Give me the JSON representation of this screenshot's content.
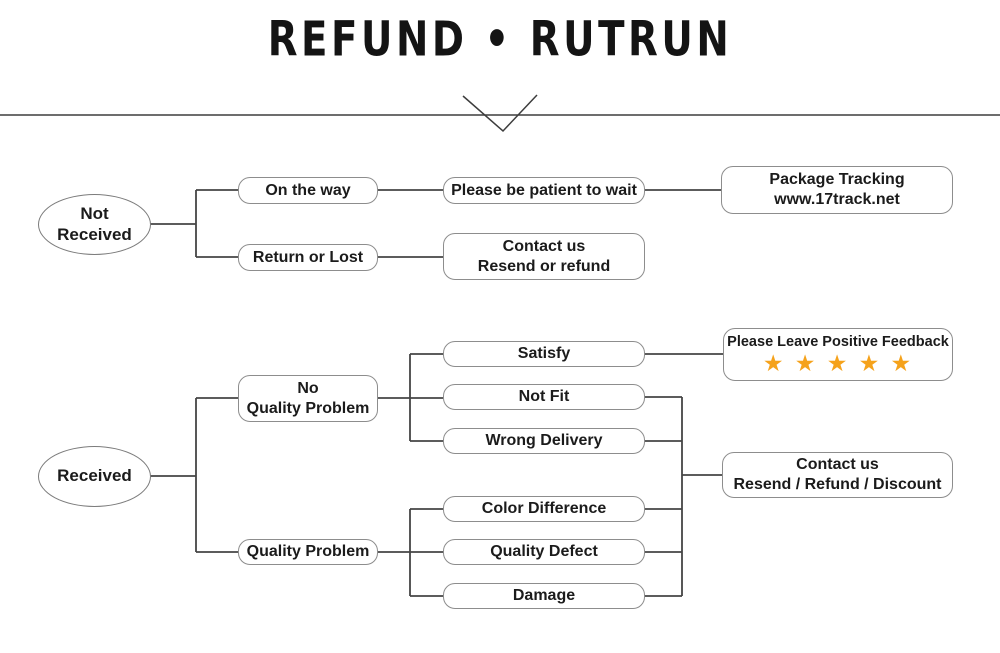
{
  "header": {
    "title": "REFUND • RUTRUN"
  },
  "colors": {
    "connector_line": "#454545",
    "box_border": "#8d8d8d",
    "text": "#1b1b1b",
    "star_orange": "#F5A21B",
    "background": "#ffffff"
  },
  "nodes": {
    "not_received": {
      "line1": "Not",
      "line2": "Received"
    },
    "received": {
      "label": "Received"
    },
    "on_the_way": {
      "label": "On the way"
    },
    "please_wait": {
      "label": "Please be patient to wait"
    },
    "package_tracking": {
      "line1": "Package Tracking",
      "line2": "www.17track.net"
    },
    "return_or_lost": {
      "label": "Return or Lost"
    },
    "contact_resend_refund": {
      "line1": "Contact us",
      "line2": "Resend or refund"
    },
    "no_quality_problem": {
      "line1": "No",
      "line2": "Quality Problem"
    },
    "quality_problem": {
      "label": "Quality Problem"
    },
    "satisfy": {
      "label": "Satisfy"
    },
    "not_fit": {
      "label": "Not Fit"
    },
    "wrong_delivery": {
      "label": "Wrong Delivery"
    },
    "color_difference": {
      "label": "Color Difference"
    },
    "quality_defect": {
      "label": "Quality Defect"
    },
    "damage": {
      "label": "Damage"
    },
    "positive_feedback": {
      "label": "Please Leave Positive Feedback",
      "stars": "★ ★ ★ ★ ★",
      "star_count": 5
    },
    "contact_resend_refund_discount": {
      "line1": "Contact us",
      "line2": "Resend / Refund / Discount"
    }
  }
}
